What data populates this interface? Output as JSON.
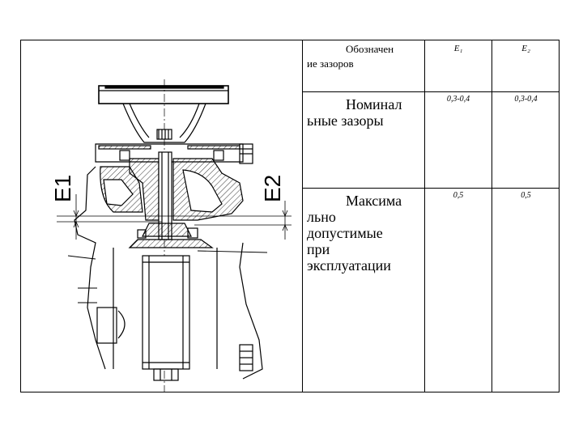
{
  "table": {
    "header_label": [
      "Обозначен",
      "ие зазоров"
    ],
    "col1": "E₁",
    "col2": "E₂",
    "rows": [
      {
        "label": [
          "Номинал",
          "ьные  зазоры"
        ],
        "v1": "0,3-0,4",
        "v2": "0,3-0,4"
      },
      {
        "label": [
          "Максима",
          "льно",
          "допустимые",
          "при",
          "эксплуатации"
        ],
        "v1": "0,5",
        "v2": "0,5"
      }
    ]
  },
  "drawing": {
    "label_e1": "E1",
    "label_e2": "E2"
  }
}
